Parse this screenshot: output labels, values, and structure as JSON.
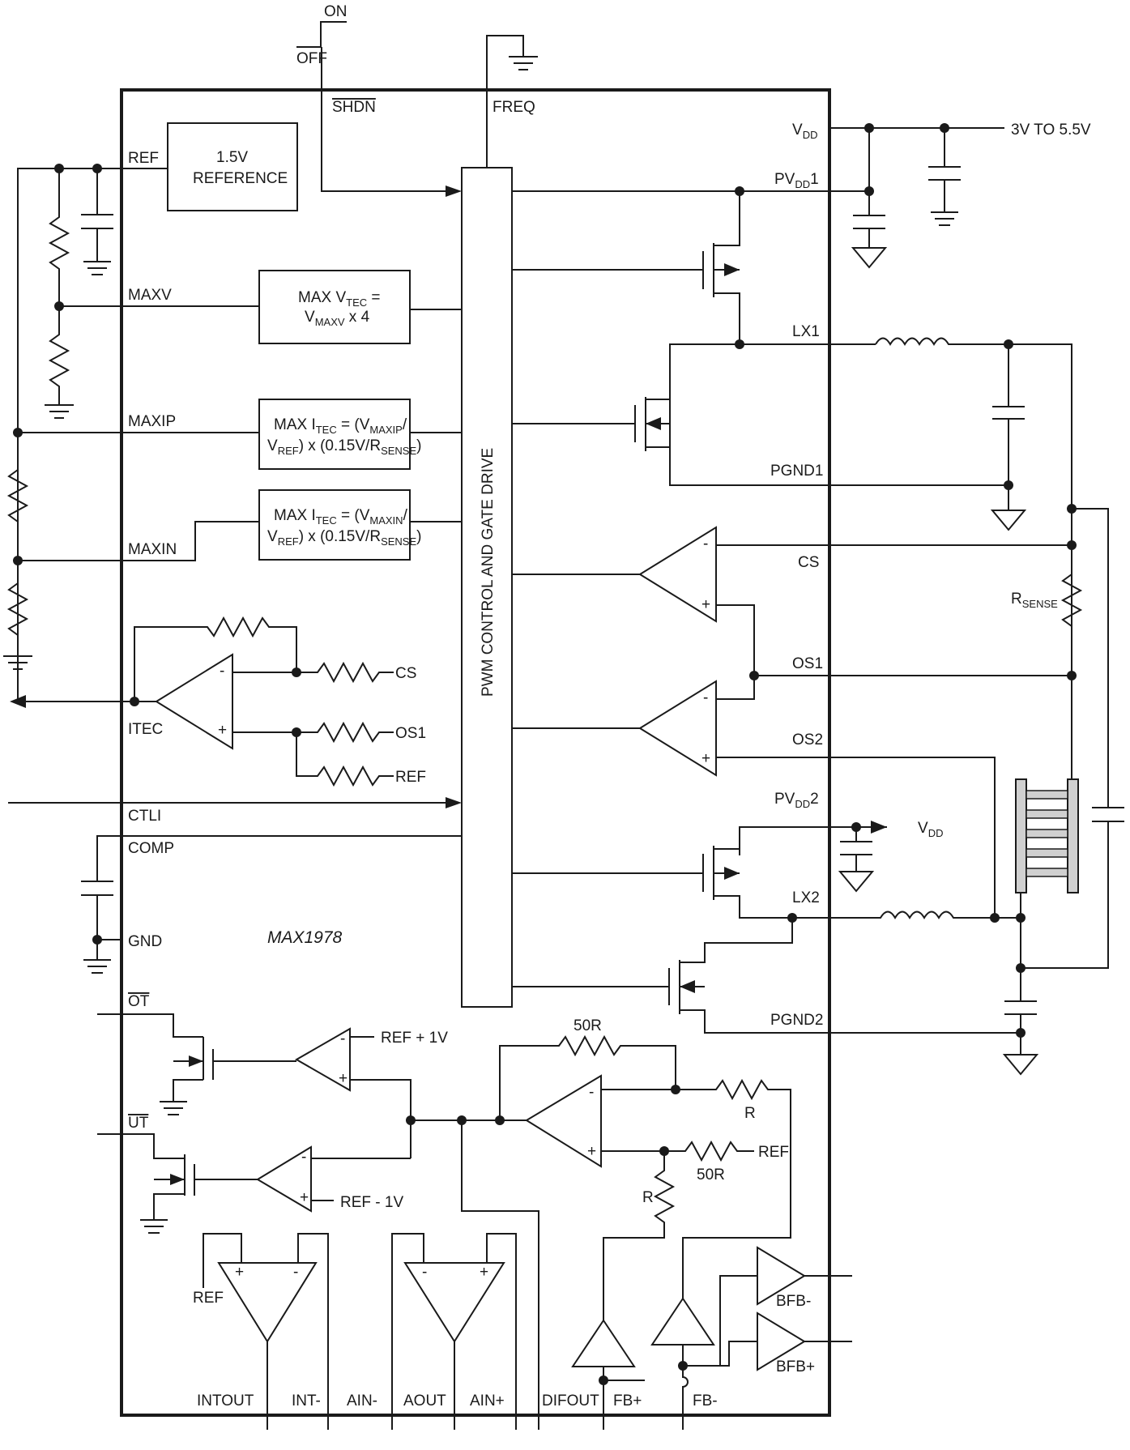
{
  "chip": {
    "name": "MAX1978"
  },
  "top_labels": {
    "on": "ON",
    "off": "OFF",
    "shdn": "SHDN",
    "freq": "FREQ"
  },
  "supply": {
    "vdd": "V",
    "vdd_sub": "DD",
    "range": "3V TO 5.5V"
  },
  "reference": {
    "line1": "1.5V",
    "line2": "REFERENCE"
  },
  "pins_left": {
    "ref": "REF",
    "maxv": "MAXV",
    "maxip": "MAXIP",
    "maxin": "MAXIN",
    "itec": "ITEC",
    "ctli": "CTLI",
    "comp": "COMP",
    "gnd": "GND",
    "ot": "OT",
    "ut": "UT"
  },
  "pins_right": {
    "pvdd1": "PV",
    "pvdd1_sub": "DD",
    "pvdd1_num": "1",
    "lx1": "LX1",
    "pgnd1": "PGND1",
    "cs": "CS",
    "os1": "OS1",
    "os2": "OS2",
    "pvdd2": "PV",
    "pvdd2_sub": "DD",
    "pvdd2_num": "2",
    "lx2": "LX2",
    "pgnd2": "PGND2"
  },
  "pins_bottom": {
    "intout": "INTOUT",
    "int_minus": "INT-",
    "ain_minus": "AIN-",
    "aout": "AOUT",
    "ain_plus": "AIN+",
    "difout": "DIFOUT",
    "fb_plus": "FB+",
    "fb_minus": "FB-"
  },
  "blocks": {
    "maxv_l1": "MAX V",
    "maxv_l1_sub": "TEC",
    "maxv_l1_end": " =",
    "maxv_l2": "V",
    "maxv_l2_sub": "MAXV",
    "maxv_l2_end": " x 4",
    "maxip_l1": "MAX I",
    "maxip_l1_sub": "TEC",
    "maxip_l1_mid": " = (V",
    "maxip_l1_sub2": "MAXIP",
    "maxip_l1_end": "/",
    "maxip_l2": "V",
    "maxip_l2_sub": "REF",
    "maxip_l2_mid": ") x (0.15V/R",
    "maxip_l2_sub2": "SENSE",
    "maxip_l2_end": ")",
    "maxin_l1": "MAX I",
    "maxin_l1_sub": "TEC",
    "maxin_l1_mid": " = (V",
    "maxin_l1_sub2": "MAXIN",
    "maxin_l1_end": "/",
    "maxin_l2": "V",
    "maxin_l2_sub": "REF",
    "maxin_l2_mid": ") x (0.15V/R",
    "maxin_l2_sub2": "SENSE",
    "maxin_l2_end": ")",
    "pwm": "PWM CONTROL AND GATE DRIVE"
  },
  "labels": {
    "cs_in": "CS",
    "os1_in": "OS1",
    "ref_in": "REF",
    "ref_plus_1v": "REF + 1V",
    "ref_minus_1v": "REF - 1V",
    "r50_top": "50R",
    "r_top": "R",
    "r50_mid": "50R",
    "r_mid": "R",
    "ref_diff": "REF",
    "bfb_minus": "BFB-",
    "bfb_plus": "BFB+",
    "ref_int": "REF",
    "rsense": "R",
    "rsense_sub": "SENSE",
    "vdd_out": "V",
    "vdd_out_sub": "DD"
  }
}
